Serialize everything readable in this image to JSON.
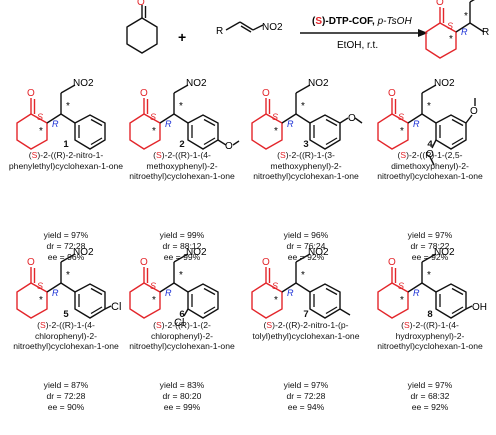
{
  "reaction": {
    "catalyst_config": "S",
    "catalyst_name": "-DTP-COF",
    "acid": "p-TsOH",
    "conditions": "EtOH, r.t.",
    "reagent_group": "NO2",
    "product_r": "R",
    "plus": "+"
  },
  "compounds": [
    {
      "number": "1",
      "config": "S",
      "name_rest": "-2-((R)-2-nitro-1-phenylethyl)cyclohexan-1-one",
      "yield": "yield = 97%",
      "dr": "dr = 72:28",
      "ee": "ee = 96%"
    },
    {
      "number": "2",
      "config": "S",
      "name_rest": "-2-((R)-1-(4-methoxyphenyl)-2-nitroethyl)cyclohexan-1-one",
      "yield": "yield = 99%",
      "dr": "dr = 88:12",
      "ee": "ee = 99%"
    },
    {
      "number": "3",
      "config": "S",
      "name_rest": "-2-((R)-1-(3-methoxyphenyl)-2-nitroethyl)cyclohexan-1-one",
      "yield": "yield = 96%",
      "dr": "dr = 76:24",
      "ee": "ee = 92%"
    },
    {
      "number": "4",
      "config": "S",
      "name_rest": "-2-((R)-1-(2,5-dimethoxyphenyl)-2-nitroethyl)cyclohexan-1-one",
      "yield": "yield = 97%",
      "dr": "dr = 78:22",
      "ee": "ee = 92%"
    },
    {
      "number": "5",
      "config": "S",
      "name_rest": "-2-((R)-1-(4-chlorophenyl)-2-nitroethyl)cyclohexan-1-one",
      "yield": "yield = 87%",
      "dr": "dr = 72:28",
      "ee": "ee = 90%"
    },
    {
      "number": "6",
      "config": "S",
      "name_rest": "-2-((R)-1-(2-chlorophenyl)-2-nitroethyl)cyclohexan-1-one",
      "yield": "yield = 83%",
      "dr": "dr = 80:20",
      "ee": "ee = 99%"
    },
    {
      "number": "7",
      "config": "S",
      "name_rest": "-2-((R)-2-nitro-1-(p-tolyl)ethyl)cyclohexan-1-one",
      "yield": "yield = 97%",
      "dr": "dr = 72:28",
      "ee": "ee = 94%"
    },
    {
      "number": "8",
      "config": "S",
      "name_rest": "-2-((R)-1-(4-hydroxyphenyl)-2-nitroethyl)cyclohexan-1-one",
      "yield": "yield = 97%",
      "dr": "dr = 68:32",
      "ee": "ee = 92%"
    }
  ],
  "structure_labels": {
    "oxygen": "O",
    "nitro": "NO2",
    "stereo_s": "S",
    "stereo_r": "R",
    "star": "*",
    "methoxy": "O",
    "chloro": "Cl",
    "hydroxy": "OH"
  },
  "colors": {
    "ketone": "#e3262b",
    "stereo_s": "#e3262b",
    "stereo_r": "#1a2fd6",
    "bond": "#111111"
  }
}
